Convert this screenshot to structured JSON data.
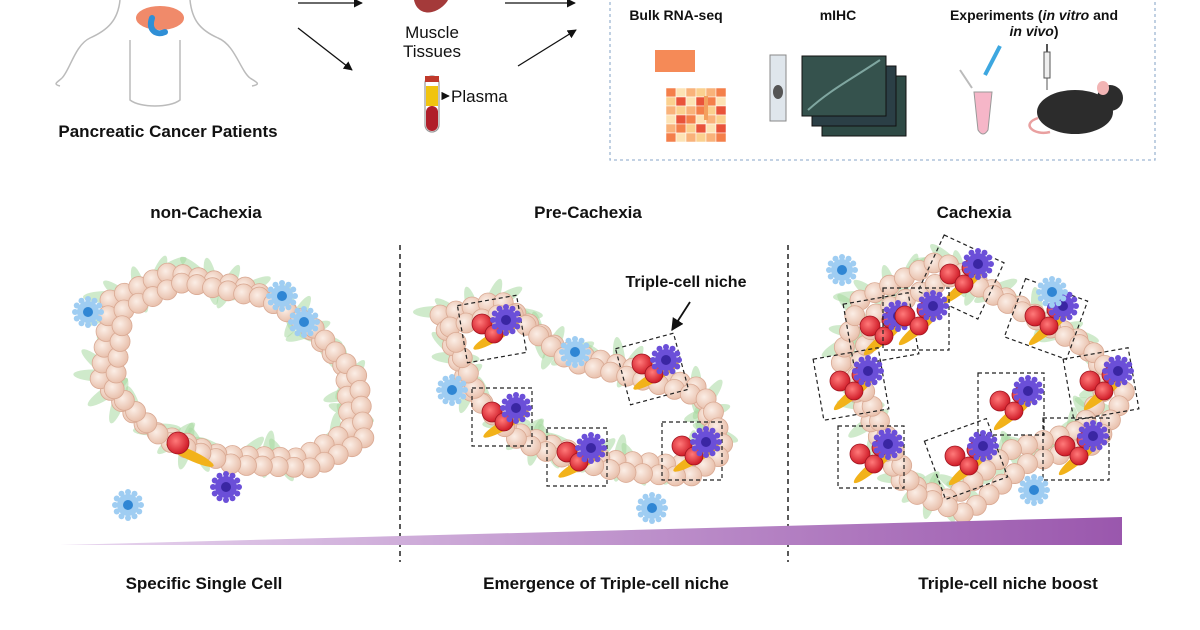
{
  "top": {
    "patients_label": "Pancreatic Cancer Patients",
    "muscle_label_1": "Muscle",
    "muscle_label_2": "Tissues",
    "plasma_label": "Plasma",
    "methods": [
      {
        "label": "Bulk RNA-seq"
      },
      {
        "label": "mIHC"
      }
    ],
    "experiments_label_1a": "Experiments (",
    "experiments_label_1b": "in vitro",
    "experiments_label_1c": " and",
    "experiments_label_2a": "in vivo",
    "experiments_label_2b": ")"
  },
  "stages": [
    {
      "title": "non-Cachexia",
      "caption": "Specific Single Cell"
    },
    {
      "title": "Pre-Cachexia",
      "caption": "Emergence of Triple-cell niche"
    },
    {
      "title": "Cachexia",
      "caption": "Triple-cell niche boost"
    }
  ],
  "annotation": "Triple-cell niche",
  "colors": {
    "tumor_cell": "#f2d2c2",
    "red_cell": "#e8323a",
    "immune_purple": "#6b4fd8",
    "immune_blue": "#5aa9e6",
    "fibroblast_green": "#a8d8a0",
    "fibroblast_yellow": "#f2b21a",
    "gradient": "#9b5fb0"
  }
}
